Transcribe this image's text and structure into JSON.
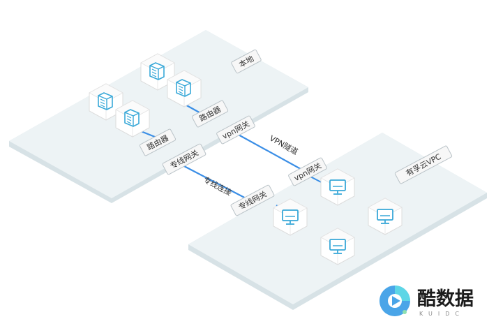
{
  "colors": {
    "platform_top": "#edf3f5",
    "platform_side": "#d7e2e6",
    "link_line": "#3a8ee6",
    "device_icon": "#38a8d8",
    "label_bg": "#f7f7f7",
    "label_border": "#b9c2c7",
    "brand_blue": "#4aa5e8",
    "brand_cyan": "#5dd6e6"
  },
  "zones": {
    "local": "本地",
    "cloud": "有孚云VPC"
  },
  "local_side": {
    "router_left": "路由器",
    "router_right": "路由器",
    "vpn_gateway": "vpn网关",
    "dedicated_gateway": "专线网关",
    "server_icons": [
      "server-icon",
      "server-icon",
      "server-icon",
      "server-icon"
    ]
  },
  "cloud_side": {
    "vpn_gateway": "vpn网关",
    "dedicated_gateway": "专线网关",
    "host_icons": [
      "monitor-icon",
      "monitor-icon",
      "monitor-icon",
      "monitor-icon"
    ]
  },
  "links": {
    "vpn_tunnel": "VPN隧道",
    "dedicated_line": "专线连接"
  },
  "brand": {
    "name": "酷数据",
    "sub": "KUIDC"
  }
}
